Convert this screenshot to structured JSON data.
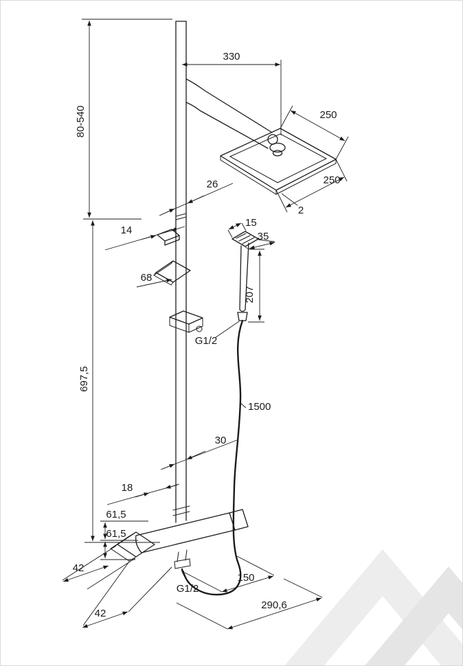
{
  "drawing": {
    "kind": "technical-dimension-drawing",
    "subject": "thermostatic shower column with square overhead shower and hand shower"
  },
  "colors": {
    "line": "#1b1b1b",
    "dim": "#1b1b1b",
    "wm1": "#ededed",
    "wm2": "#e5e5e5",
    "border": "#d9d9d9",
    "bg": "#ffffff"
  },
  "dims": {
    "arm_reach": "330",
    "head_width": "250",
    "head_depth": "250",
    "head_edge": "2",
    "height_range": "80-540",
    "riser_width": "26",
    "riser_offset": "14",
    "handset_width": "15",
    "handset_depth": "35",
    "holder": "68",
    "handset_length": "207",
    "thread_top": "G1/2",
    "riser_height": "697,5",
    "hose_length": "1500",
    "riser_depth": "30",
    "lower_offset": "18",
    "valve_upper": "61,5",
    "valve_lower": "61,5",
    "valve_left": "42",
    "valve_bottom": "42",
    "thread_bottom": "G1/2",
    "valve_reach": "150",
    "total_depth": "290,6"
  }
}
